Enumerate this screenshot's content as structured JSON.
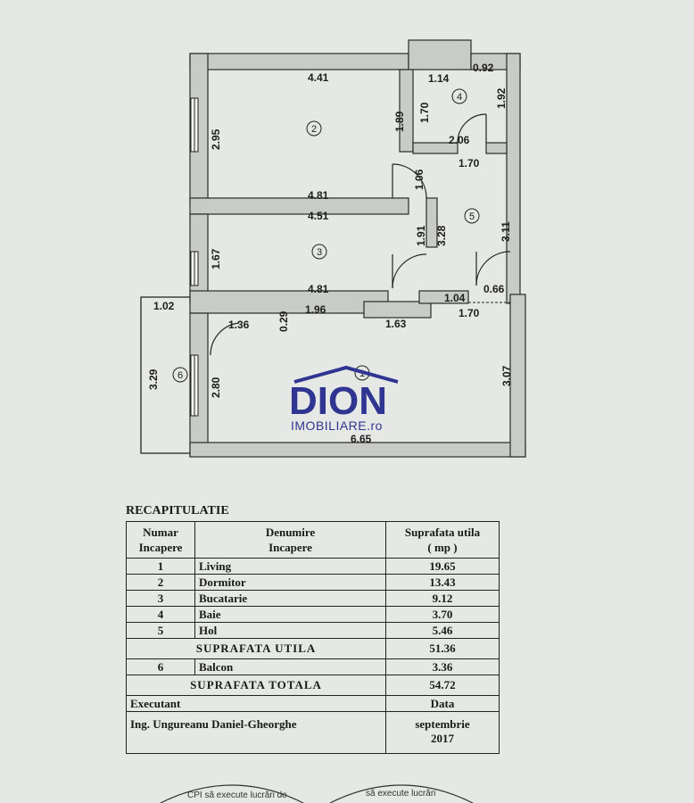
{
  "logo": {
    "brand": "DION",
    "subtitle": "IMOBILIARE.ro"
  },
  "plan": {
    "rooms": [
      "1",
      "2",
      "3",
      "4",
      "5",
      "6"
    ],
    "dims": {
      "top_room2": "4.41",
      "room2_h": "2.95",
      "room2_bottom": "4.81",
      "room2_right": "1.89",
      "bath_top": "1.14",
      "bath_top2": "0.92",
      "bath_left": "1.70",
      "bath_right": "1.92",
      "bath_bottom": "2.06",
      "hall_top": "1.70",
      "door_106": "1.06",
      "room3_top": "4.51",
      "room3_right": "1.91",
      "hall_left": "3.28",
      "hall_right": "3.11",
      "room3_left": "1.67",
      "room3_bottom": "4.81",
      "hall_bottom": "1.04",
      "hall_bottom2": "0.66",
      "balcony_top": "1.02",
      "wall_036": "1.36",
      "wall_029": "0.29",
      "living_top1": "1.96",
      "living_top2": "1.63",
      "living_top3": "1.70",
      "balcony_h": "3.29",
      "living_left": "2.80",
      "living_right": "3.07",
      "living_bottom": "6.65"
    }
  },
  "recap": {
    "title": "RECAPITULATIE",
    "headers": {
      "num1": "Numar",
      "num2": "Incapere",
      "name1": "Denumire",
      "name2": "Incapere",
      "area1": "Suprafata utila",
      "area2": "( mp )"
    },
    "rows": [
      {
        "num": "1",
        "name": "Living",
        "area": "19.65"
      },
      {
        "num": "2",
        "name": "Dormitor",
        "area": "13.43"
      },
      {
        "num": "3",
        "name": "Bucatarie",
        "area": "9.12"
      },
      {
        "num": "4",
        "name": "Baie",
        "area": "3.70"
      },
      {
        "num": "5",
        "name": "Hol",
        "area": "5.46"
      }
    ],
    "useful_label": "SUPRAFATA UTILA",
    "useful_value": "51.36",
    "balcony": {
      "num": "6",
      "name": "Balcon",
      "area": "3.36"
    },
    "total_label": "SUPRAFATA TOTALA",
    "total_value": "54.72",
    "executant_label": "Executant",
    "date_label": "Data",
    "executant_name": "Ing. Ungureanu Daniel-Gheorghe",
    "date_month": "septembrie",
    "date_year": "2017"
  },
  "stamp": {
    "text_left": "CPI să execute lucrări de",
    "text_right": "să execute lucrări"
  }
}
